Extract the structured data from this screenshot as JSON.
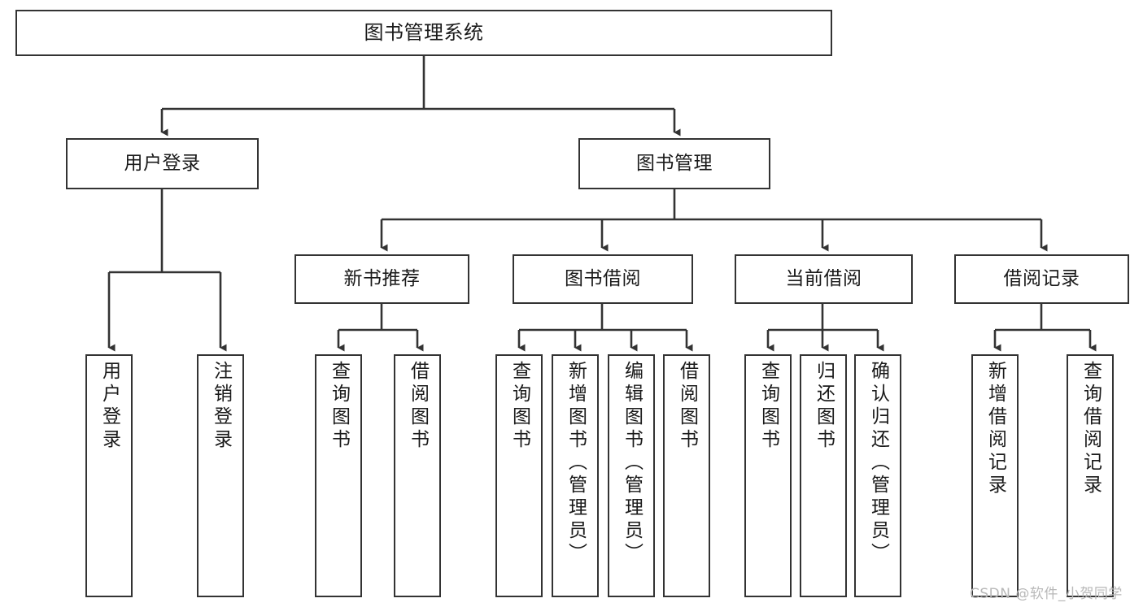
{
  "diagram": {
    "type": "tree",
    "title": "图书管理系统",
    "colors": {
      "node_border": "#333333",
      "node_fill": "#ffffff",
      "edge": "#333333",
      "text": "#1a1a1a",
      "watermark": "#b8b8b8",
      "background": "#ffffff"
    },
    "root": {
      "label": "图书管理系统"
    },
    "level2": [
      {
        "label": "用户登录"
      },
      {
        "label": "图书管理"
      }
    ],
    "level3": [
      {
        "label": "新书推荐"
      },
      {
        "label": "图书借阅"
      },
      {
        "label": "当前借阅"
      },
      {
        "label": "借阅记录"
      }
    ],
    "leaves": {
      "user_login": [
        {
          "label": "用户登录"
        },
        {
          "label": "注销登录"
        }
      ],
      "new_book_recommend": [
        {
          "label": "查询图书"
        },
        {
          "label": "借阅图书"
        }
      ],
      "book_borrow": [
        {
          "label": "查询图书"
        },
        {
          "label": "新增图书（管理员）"
        },
        {
          "label": "编辑图书（管理员）"
        },
        {
          "label": "借阅图书"
        }
      ],
      "current_borrow": [
        {
          "label": "查询图书"
        },
        {
          "label": "归还图书"
        },
        {
          "label": "确认归还（管理员）"
        }
      ],
      "borrow_record": [
        {
          "label": "新增借阅记录"
        },
        {
          "label": "查询借阅记录"
        }
      ]
    }
  },
  "watermark": {
    "text": "CSDN @软件_小贺同学"
  }
}
